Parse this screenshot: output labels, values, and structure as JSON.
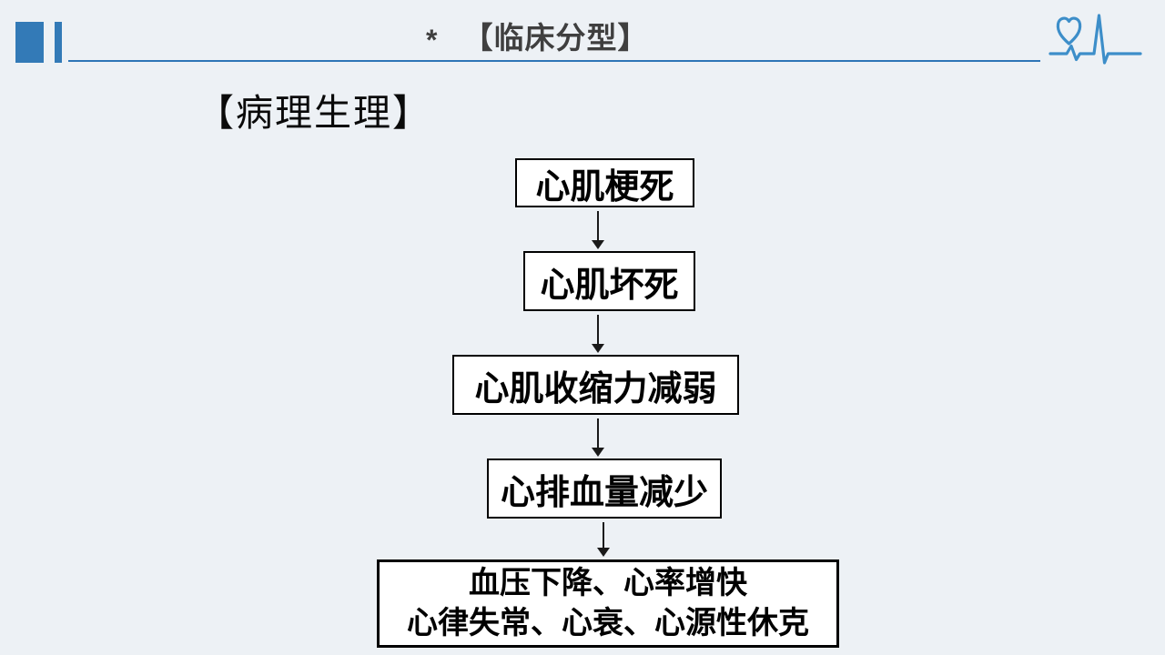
{
  "slide": {
    "background_color": "#edf1f5",
    "accent_blue": "#337ab7",
    "rule_blue": "#2e75b6",
    "icon_blue": "#3d8ec9",
    "header_text_color": "#3f3f3f",
    "box_border_color": "#000000",
    "box_fill_color": "#ffffff"
  },
  "header": {
    "marker": "*",
    "title": "【临床分型】"
  },
  "section_title": "【病理生理】",
  "flowchart": {
    "boxes": [
      {
        "id": "box-1",
        "lines": [
          "心肌梗死"
        ]
      },
      {
        "id": "box-2",
        "lines": [
          "心肌坏死"
        ]
      },
      {
        "id": "box-3",
        "lines": [
          "心肌收缩力减弱"
        ]
      },
      {
        "id": "box-4",
        "lines": [
          "心排血量减少"
        ]
      },
      {
        "id": "box-5",
        "lines": [
          "血压下降、心率增快",
          "心律失常、心衰、心源性休克"
        ]
      }
    ],
    "connectors": [
      {
        "from": "box-1",
        "to": "box-2",
        "type": "down-arrow"
      },
      {
        "from": "box-2",
        "to": "box-3",
        "type": "down-arrow"
      },
      {
        "from": "box-3",
        "to": "box-4",
        "type": "down-arrow"
      },
      {
        "from": "box-4",
        "to": "box-5",
        "type": "down-arrow"
      }
    ]
  }
}
